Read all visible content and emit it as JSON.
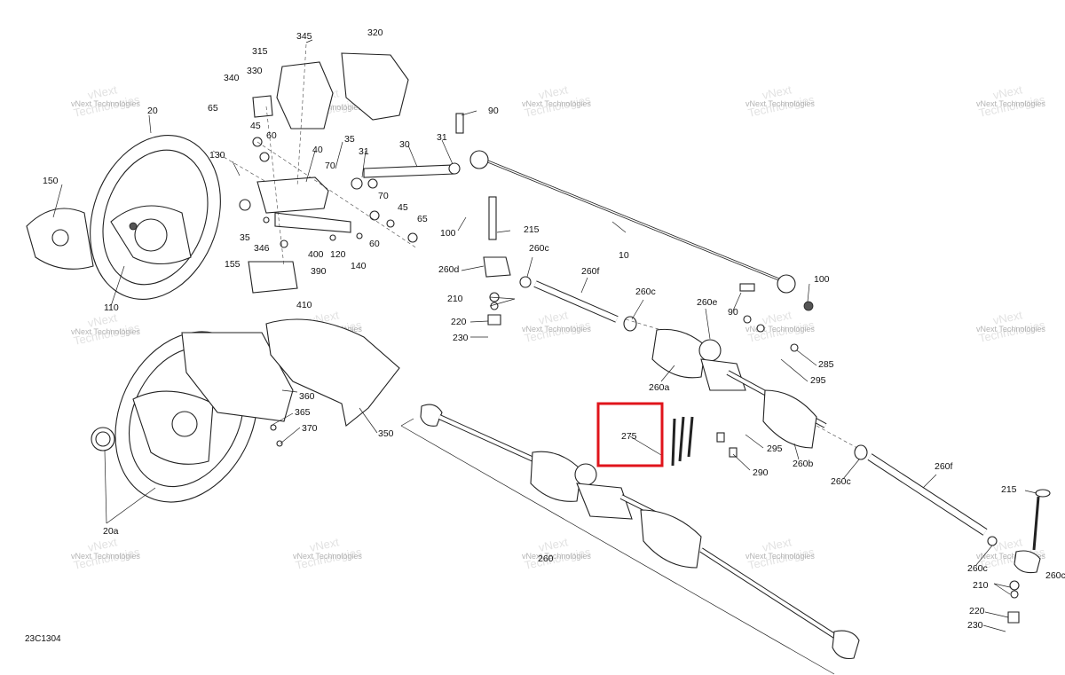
{
  "diagram": {
    "drawing_code": "23C1304",
    "watermark_line1": "vNext",
    "watermark_line2": "Technologies",
    "watermark_full": "vNext Technologies",
    "highlight_color": "#e0141b",
    "labels": [
      "345",
      "320",
      "315",
      "330",
      "340",
      "65",
      "45",
      "60",
      "20",
      "130",
      "150",
      "35",
      "31",
      "30",
      "40",
      "70",
      "90",
      "31",
      "10",
      "215",
      "100",
      "260c",
      "70",
      "45",
      "65",
      "60",
      "140",
      "120",
      "346",
      "400",
      "390",
      "155",
      "410",
      "110",
      "260d",
      "260f",
      "210",
      "220",
      "230",
      "100",
      "90",
      "260e",
      "260c",
      "285",
      "295",
      "260a",
      "360",
      "365",
      "370",
      "350",
      "275",
      "295",
      "290",
      "260b",
      "260c",
      "260f",
      "215",
      "260c",
      "260c",
      "210",
      "220",
      "230",
      "260",
      "20a",
      "35"
    ],
    "highlighted_part": "275"
  }
}
